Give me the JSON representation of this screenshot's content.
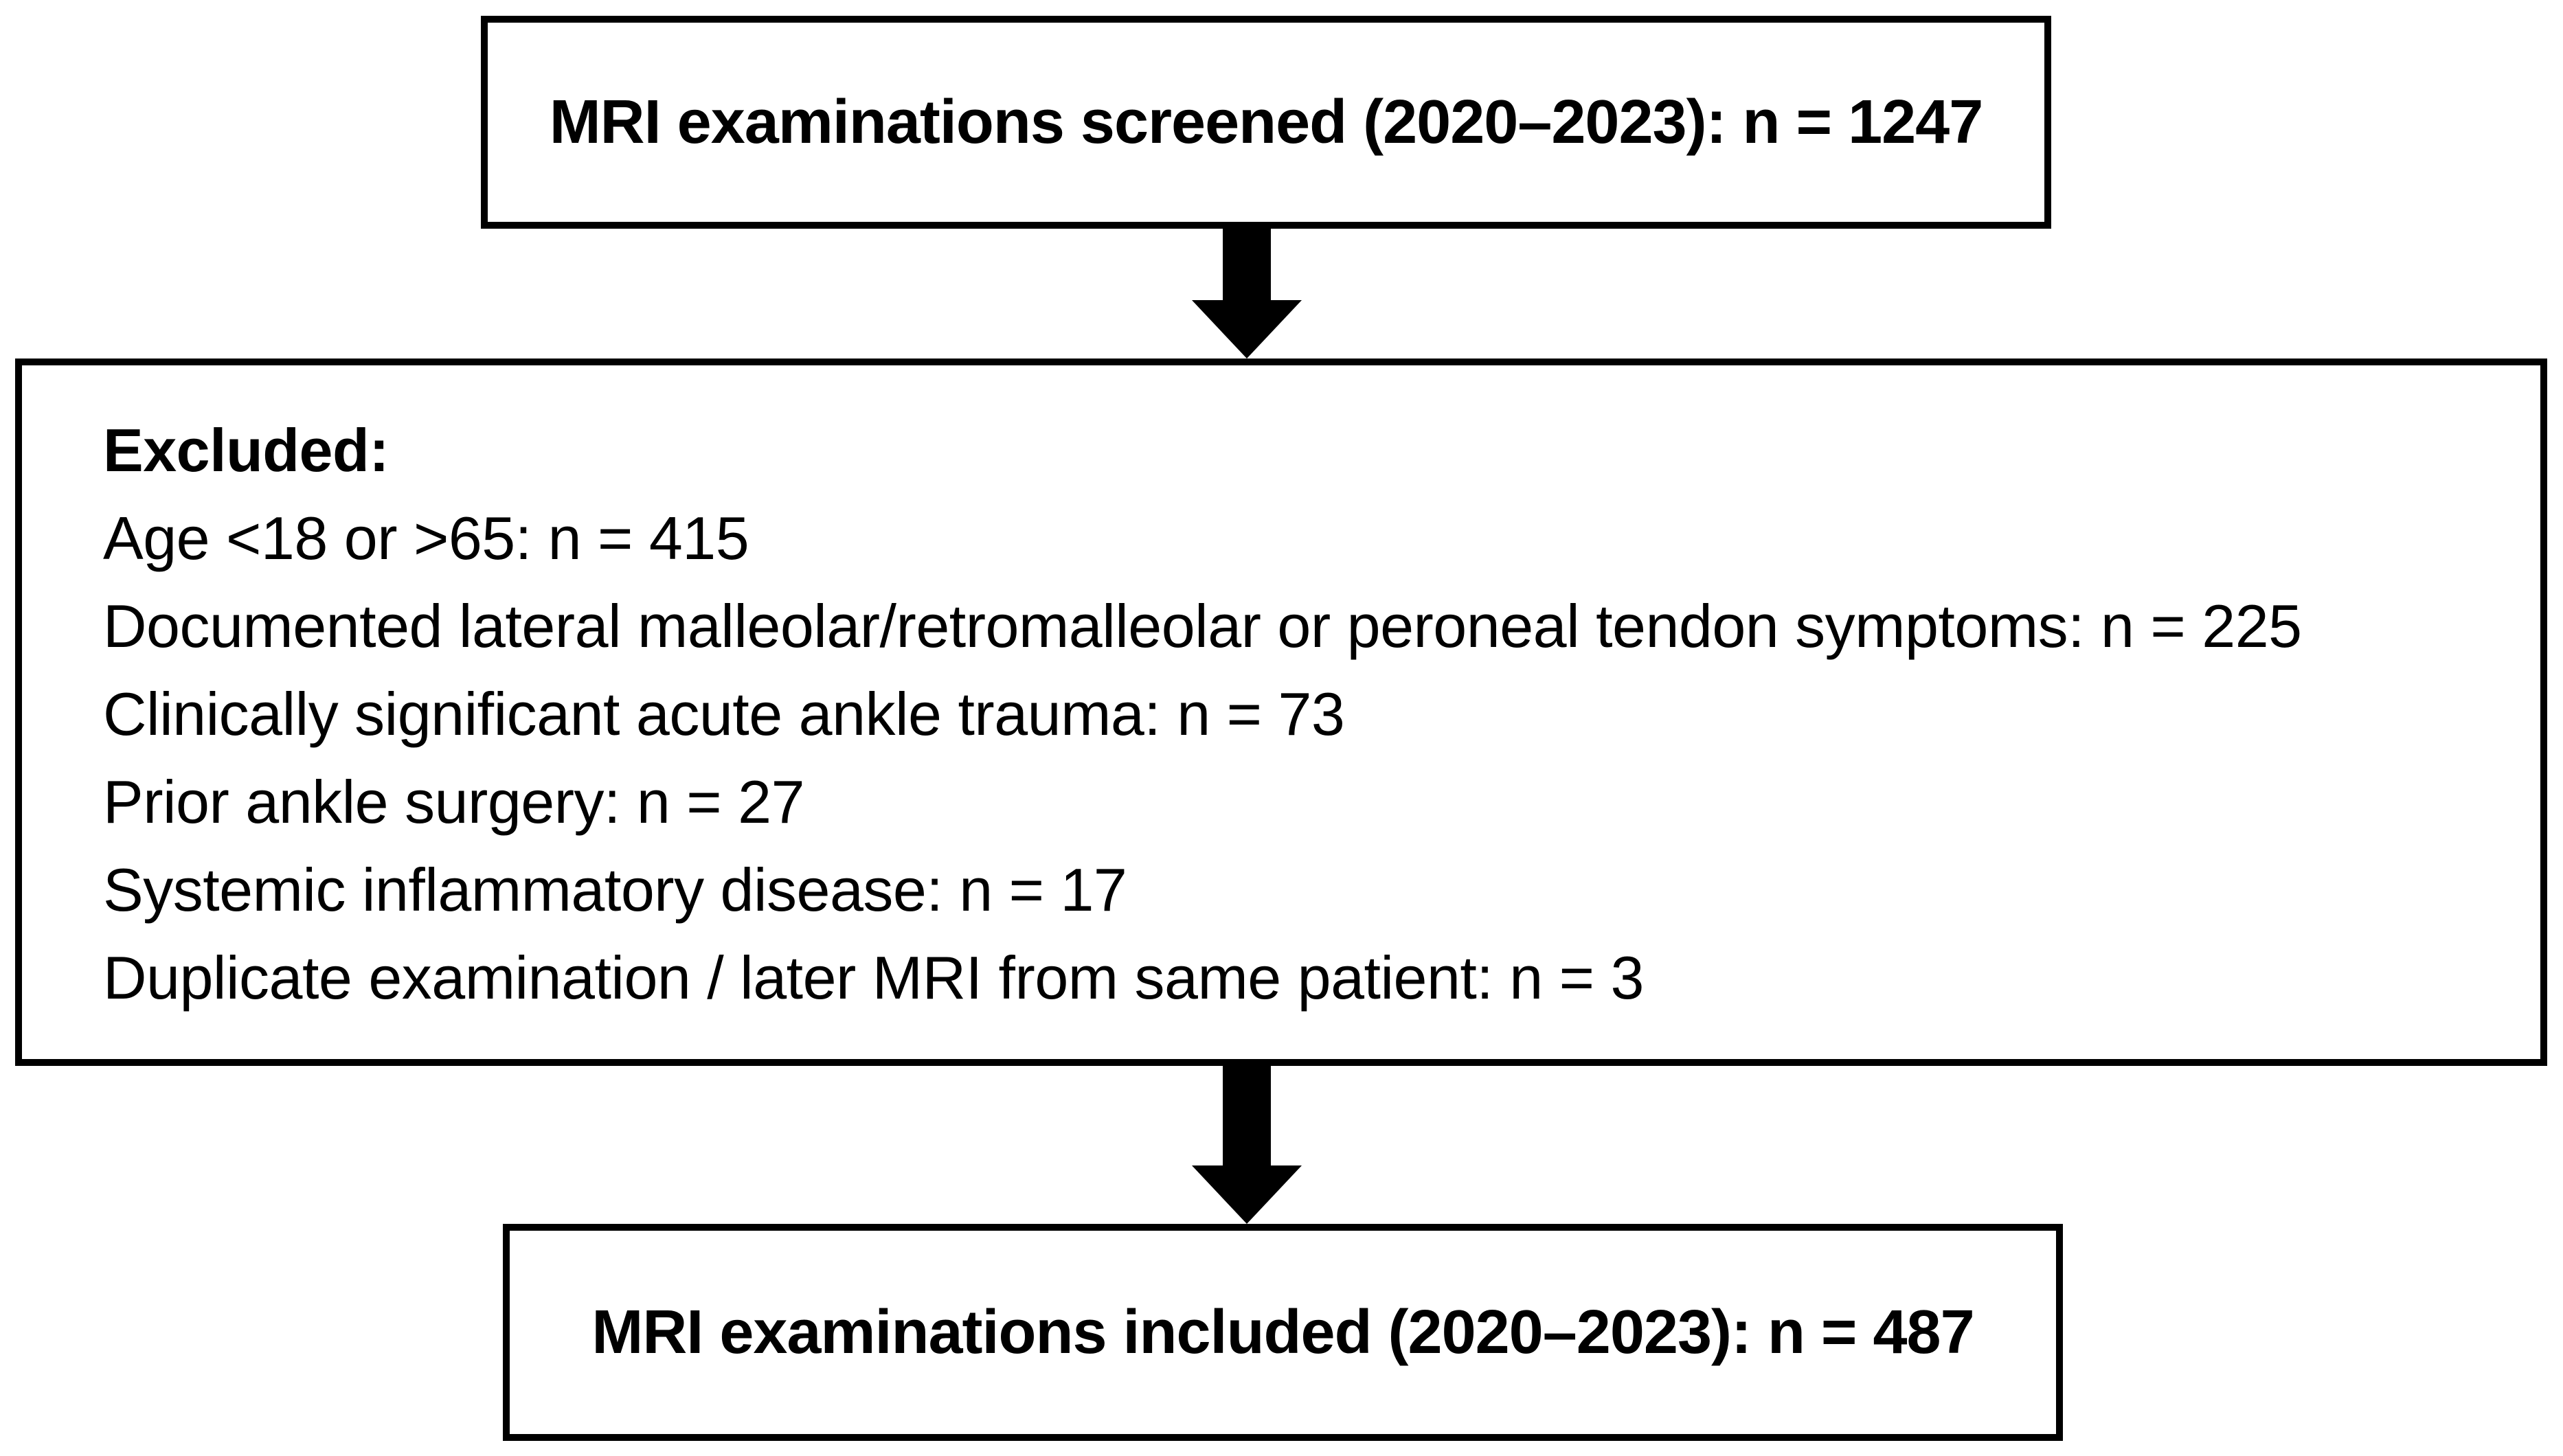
{
  "flow": {
    "screened": {
      "label": "MRI examinations screened (2020–2023): n = 1247"
    },
    "excluded": {
      "heading": "Excluded:",
      "items": [
        "Age <18 or >65: n = 415",
        "Documented lateral malleolar/retromalleolar or peroneal tendon symptoms: n = 225",
        "Clinically significant acute ankle trauma: n = 73",
        "Prior ankle surgery: n = 27",
        "Systemic inflammatory disease: n = 17",
        "Duplicate examination / later MRI from same patient: n = 3"
      ]
    },
    "included": {
      "label": "MRI examinations included (2020–2023): n = 487"
    }
  },
  "colors": {
    "background": "#ffffff",
    "box_border": "#000000",
    "text": "#000000",
    "arrow": "#000000"
  }
}
